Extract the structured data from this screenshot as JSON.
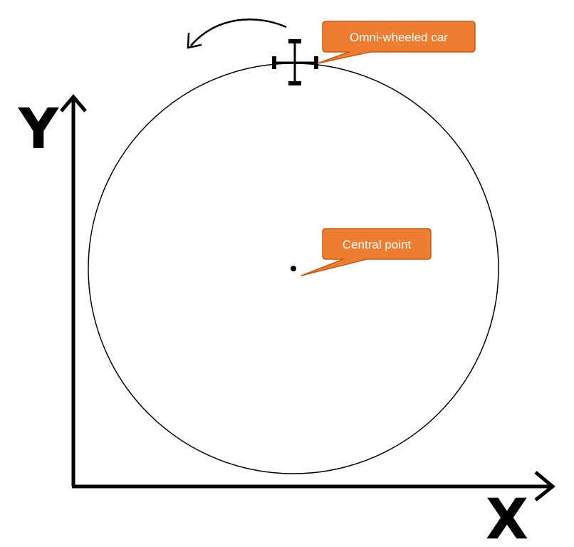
{
  "axes": {
    "x_label": "X",
    "y_label": "Y"
  },
  "callouts": {
    "car_label": "Omni-wheeled car",
    "center_label": "Central point"
  },
  "icons": {
    "car": "omni-wheel-car-icon",
    "rotation": "counterclockwise-arrow-icon"
  },
  "colors": {
    "callout_fill": "#ED7D31",
    "callout_border": "#C55A11",
    "line": "#000000"
  }
}
